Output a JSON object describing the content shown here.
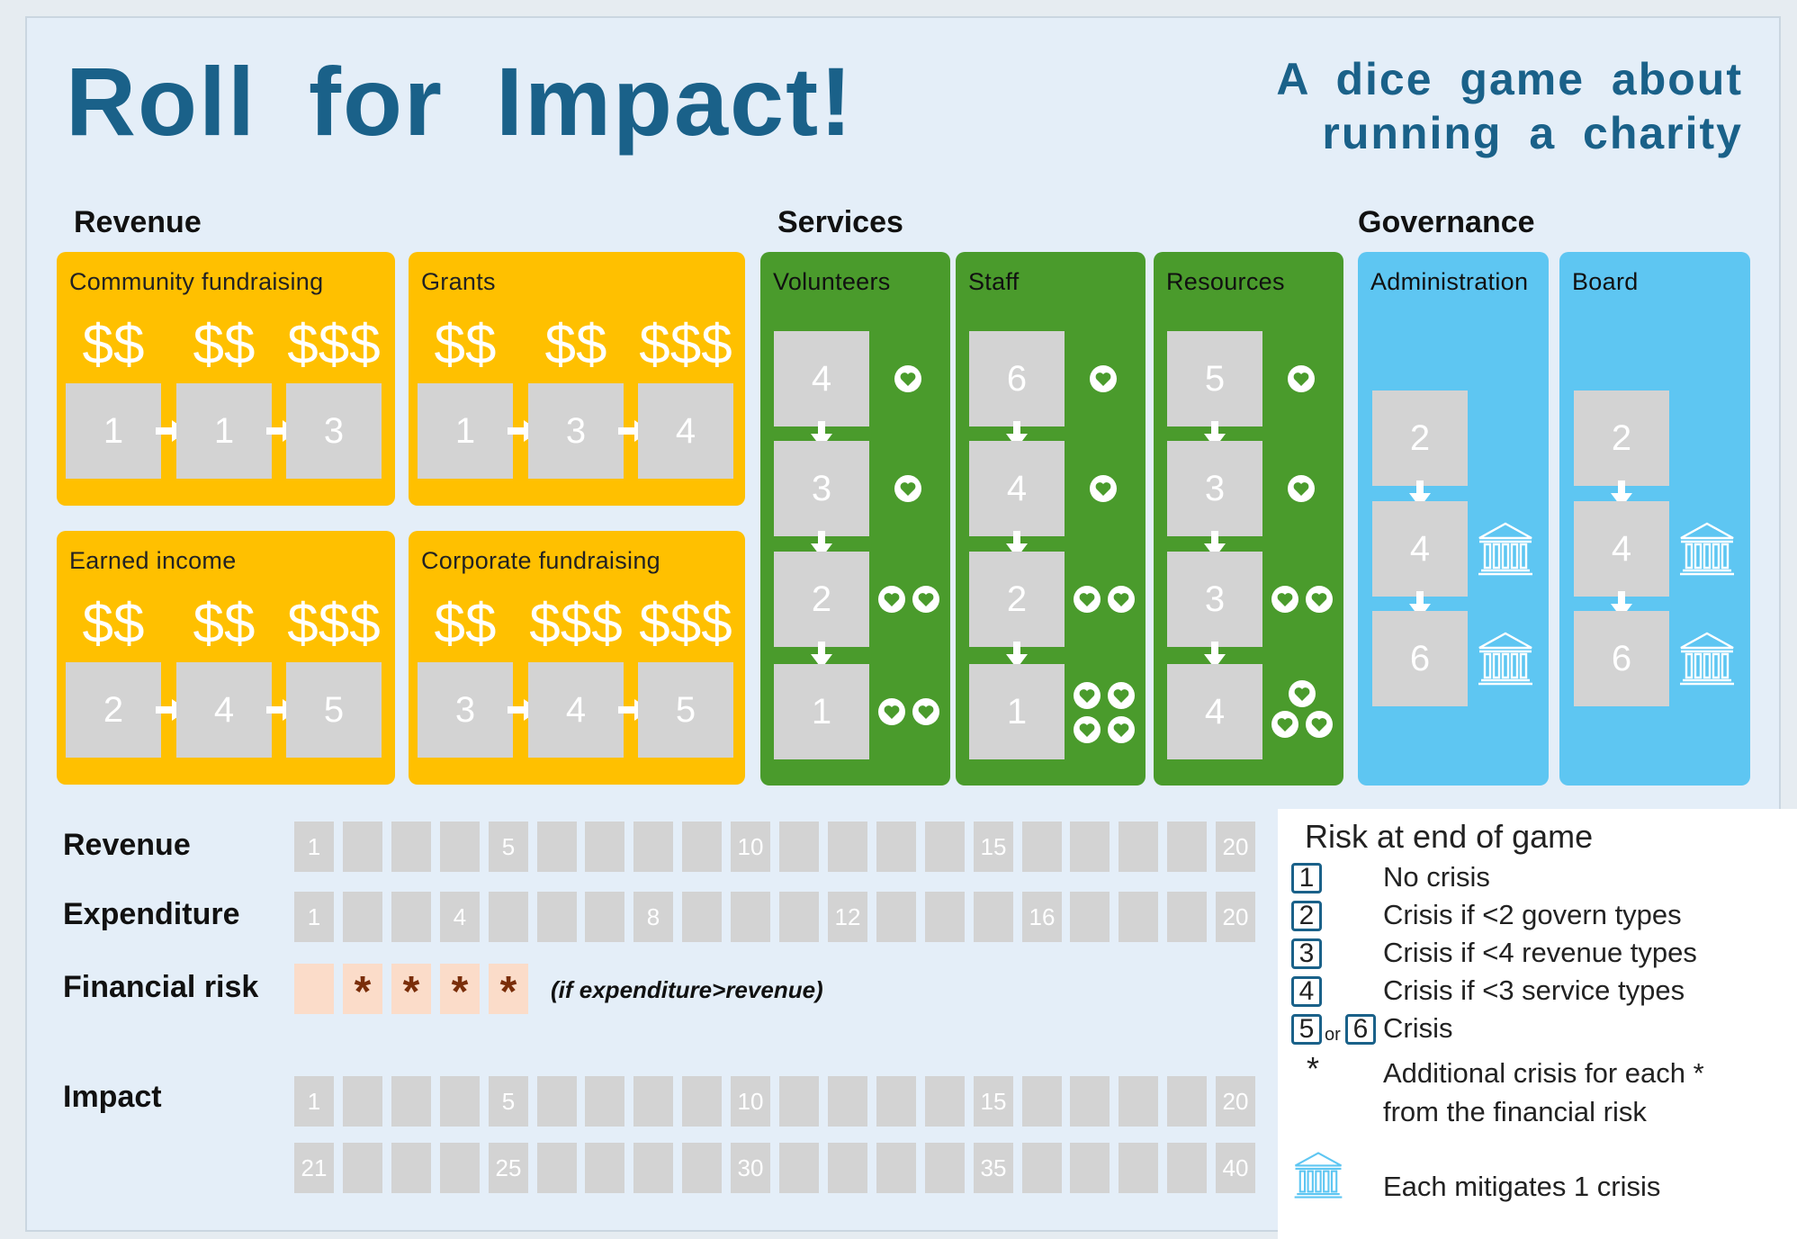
{
  "title": "Roll for Impact!",
  "subtitle_line1": "A dice game about",
  "subtitle_line2": "running a charity",
  "sections": {
    "revenue": "Revenue",
    "services": "Services",
    "governance": "Governance"
  },
  "revenue_cards": [
    {
      "title": "Community fundraising",
      "dollars": [
        "$$",
        "$$",
        "$$$"
      ],
      "dice": [
        "1",
        "1",
        "3"
      ]
    },
    {
      "title": "Grants",
      "dollars": [
        "$$",
        "$$",
        "$$$"
      ],
      "dice": [
        "1",
        "3",
        "4"
      ]
    },
    {
      "title": "Earned income",
      "dollars": [
        "$$",
        "$$",
        "$$$"
      ],
      "dice": [
        "2",
        "4",
        "5"
      ]
    },
    {
      "title": "Corporate fundraising",
      "dollars": [
        "$$",
        "$$$",
        "$$$"
      ],
      "dice": [
        "3",
        "4",
        "5"
      ]
    }
  ],
  "service_cards": [
    {
      "title": "Volunteers",
      "dice": [
        "4",
        "3",
        "2",
        "1"
      ],
      "hearts": [
        1,
        1,
        2,
        2
      ]
    },
    {
      "title": "Staff",
      "dice": [
        "6",
        "4",
        "2",
        "1"
      ],
      "hearts": [
        1,
        1,
        2,
        4
      ]
    },
    {
      "title": "Resources",
      "dice": [
        "5",
        "3",
        "3",
        "4"
      ],
      "hearts": [
        1,
        1,
        2,
        3
      ]
    }
  ],
  "governance_cards": [
    {
      "title": "Administration",
      "dice": [
        "2",
        "4",
        "6"
      ],
      "banks": [
        0,
        1,
        1
      ]
    },
    {
      "title": "Board",
      "dice": [
        "2",
        "4",
        "6"
      ],
      "banks": [
        0,
        1,
        1
      ]
    }
  ],
  "tracks": {
    "revenue": {
      "label": "Revenue",
      "cells": [
        "1",
        "",
        "",
        "",
        "5",
        "",
        "",
        "",
        "",
        "10",
        "",
        "",
        "",
        "",
        "15",
        "",
        "",
        "",
        "",
        "20"
      ]
    },
    "expenditure": {
      "label": "Expenditure",
      "cells": [
        "1",
        "",
        "",
        "4",
        "",
        "",
        "",
        "8",
        "",
        "",
        "",
        "12",
        "",
        "",
        "",
        "16",
        "",
        "",
        "",
        "20"
      ]
    },
    "financial_risk": {
      "label": "Financial risk",
      "cells": [
        "",
        "*",
        "*",
        "*",
        "*"
      ],
      "note": "(if expenditure>revenue)"
    },
    "impact": {
      "label": "Impact",
      "row1": [
        "1",
        "",
        "",
        "",
        "5",
        "",
        "",
        "",
        "",
        "10",
        "",
        "",
        "",
        "",
        "15",
        "",
        "",
        "",
        "",
        "20"
      ],
      "row2": [
        "21",
        "",
        "",
        "",
        "25",
        "",
        "",
        "",
        "",
        "30",
        "",
        "",
        "",
        "",
        "35",
        "",
        "",
        "",
        "",
        "40"
      ]
    }
  },
  "legend": {
    "title": "Risk at end of game",
    "items": [
      {
        "nums": [
          "1"
        ],
        "text": "No crisis"
      },
      {
        "nums": [
          "2"
        ],
        "text": "Crisis if <2 govern types"
      },
      {
        "nums": [
          "3"
        ],
        "text": "Crisis if <4 revenue types"
      },
      {
        "nums": [
          "4"
        ],
        "text": "Crisis if <3 service types"
      },
      {
        "nums": [
          "5",
          "6"
        ],
        "text": "Crisis"
      }
    ],
    "or": "or",
    "star": "*",
    "star_text1": "Additional crisis for each *",
    "star_text2": "from the financial risk",
    "bank_text": "Each mitigates 1 crisis"
  },
  "colors": {
    "title": "#1a6189",
    "revenue": "#ffc000",
    "services": "#4a9b2c",
    "governance": "#5ec6f2",
    "dice": "#d3d3d3",
    "risk_cell": "#fbdcc9"
  },
  "icons": {
    "heart": "heart-icon",
    "bank": "bank-icon",
    "arrow_right": "arrow-right-icon",
    "arrow_down": "arrow-down-icon"
  }
}
